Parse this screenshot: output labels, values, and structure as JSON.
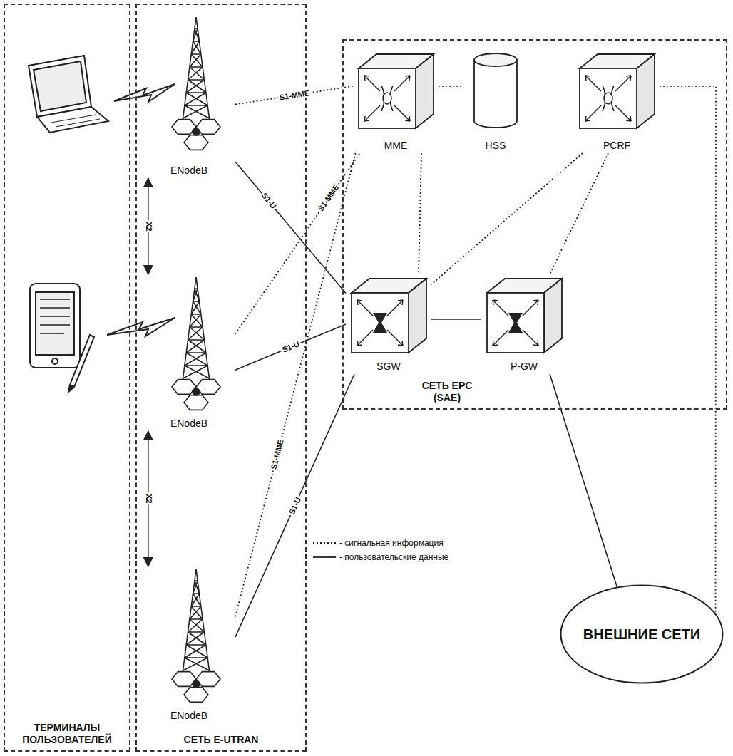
{
  "diagram": {
    "nodes": [
      {
        "text": [
          "ТЕРМИНАЛЫ ПОЛЬЗОВАТЕЛЕЙ"
        ]
      },
      {
        "text": [
          "СЕТЬ E-UTRAN"
        ]
      },
      {
        "text": [
          "ENodeB"
        ],
        "in": 1
      },
      {
        "text": [
          "ENodeB"
        ],
        "in": 1
      },
      {
        "text": [
          "ENodeB"
        ],
        "in": 1
      },
      {
        "text": [
          "СЕТЬ EPC (SAE)"
        ]
      },
      {
        "text": [
          "MME"
        ],
        "in": 5
      },
      {
        "text": [
          "HSS"
        ],
        "in": 5
      },
      {
        "text": [
          "PCRF"
        ],
        "in": 5
      },
      {
        "text": [
          "SGW"
        ],
        "in": 5
      },
      {
        "text": [
          "P-GW"
        ],
        "in": 5
      },
      {
        "text": [
          "ВНЕШНИЕ СЕТИ"
        ]
      }
    ],
    "edges": [
      {
        "from": 2,
        "to": 6,
        "label": "S1-MME",
        "arrow": "none"
      },
      {
        "from": 2,
        "to": 9,
        "label": "S1-U",
        "arrow": "none"
      },
      {
        "from": 3,
        "to": 6,
        "label": "S1-MME",
        "arrow": "none"
      },
      {
        "from": 3,
        "to": 9,
        "label": "S1-U",
        "arrow": "none"
      },
      {
        "from": 4,
        "to": 6,
        "label": "S1-MME",
        "arrow": "none"
      },
      {
        "from": 4,
        "to": 9,
        "label": "S1-U",
        "arrow": "none"
      },
      {
        "from": 2,
        "to": 3,
        "label": "X2",
        "arrow": "both"
      },
      {
        "from": 3,
        "to": 4,
        "label": "X2",
        "arrow": "both"
      },
      {
        "from": 6,
        "to": 7,
        "arrow": "none"
      },
      {
        "from": 6,
        "to": 9,
        "arrow": "none"
      },
      {
        "from": 8,
        "to": 9,
        "arrow": "none"
      },
      {
        "from": 8,
        "to": 10,
        "arrow": "none"
      },
      {
        "from": 9,
        "to": 10,
        "arrow": "none"
      },
      {
        "from": 10,
        "to": 11,
        "arrow": "none"
      },
      {
        "from": 8,
        "to": 11,
        "arrow": "none"
      }
    ],
    "legend": [
      {
        "text": "- сигнальная информация"
      },
      {
        "text": "- пользовательские данные"
      }
    ]
  }
}
